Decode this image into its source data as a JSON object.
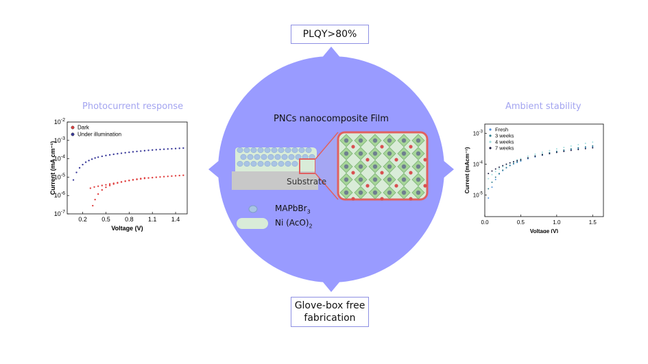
{
  "top_label": "PLQY>80%",
  "bottom_label": {
    "line1": "Glove-box free",
    "line2": "fabrication"
  },
  "center": {
    "title": "PNCs nanocomposite Film",
    "substrate": "Substrate",
    "legend": [
      {
        "label": "MAPbBr",
        "sub": "3"
      },
      {
        "label": "Ni (AcO)",
        "sub": "2"
      }
    ]
  },
  "left_title": "Photocurrent response",
  "right_title": "Ambient stability",
  "colors": {
    "circle": "#999bff",
    "box_border": "#8d8fe3",
    "title": "#a3a4f0",
    "film": "#d9ecd8",
    "particle": "#a9c4e4",
    "zoom_border": "#e06060"
  },
  "chart_data": [
    {
      "type": "scatter",
      "title": "",
      "xlabel": "Voltage (V)",
      "ylabel": "Current (mA cm⁻¹)",
      "xlim": [
        0,
        1.55
      ],
      "ylim": [
        1e-07,
        0.01
      ],
      "yscale": "log",
      "xticks": [
        "0.2",
        "0.5",
        "0.8",
        "1.1",
        "1.4"
      ],
      "yticks": [
        {
          "base": "10",
          "exp": "-7"
        },
        {
          "base": "10",
          "exp": "-6"
        },
        {
          "base": "10",
          "exp": "-5"
        },
        {
          "base": "10",
          "exp": "-4"
        },
        {
          "base": "10",
          "exp": "-3"
        },
        {
          "base": "10",
          "exp": "-2"
        }
      ],
      "legend_position": "top-left",
      "series": [
        {
          "name": "Dark",
          "color": "#e04040",
          "x": [
            0.33,
            0.36,
            0.4,
            0.45,
            0.5,
            0.55,
            0.6,
            0.65,
            0.7,
            0.75,
            0.8,
            0.85,
            0.9,
            0.95,
            1.0,
            1.05,
            1.1,
            1.15,
            1.2,
            1.25,
            1.3,
            1.35,
            1.4,
            1.45,
            1.5,
            0.3,
            0.35,
            0.4,
            0.45,
            0.5,
            0.55,
            0.6,
            0.65,
            0.7,
            0.75,
            0.8,
            0.85,
            0.9,
            0.95,
            1.0
          ],
          "y": [
            2.8e-07,
            6e-07,
            1.2e-06,
            2e-06,
            2.8e-06,
            3.5e-06,
            4.2e-06,
            4.8e-06,
            5.4e-06,
            6e-06,
            6.5e-06,
            7e-06,
            7.5e-06,
            8e-06,
            8.5e-06,
            9e-06,
            9.4e-06,
            9.8e-06,
            1.02e-05,
            1.06e-05,
            1.1e-05,
            1.14e-05,
            1.18e-05,
            1.22e-05,
            1.26e-05,
            2.5e-06,
            2.9e-06,
            3.2e-06,
            3.5e-06,
            3.8e-06,
            4.2e-06,
            4.6e-06,
            5e-06,
            5.5e-06,
            6e-06,
            6.6e-06,
            7.2e-06,
            7.8e-06,
            8.4e-06,
            9e-06
          ]
        },
        {
          "name": "Under illumination",
          "color": "#3a3a9a",
          "x": [
            0.08,
            0.12,
            0.16,
            0.2,
            0.24,
            0.28,
            0.32,
            0.36,
            0.4,
            0.45,
            0.5,
            0.55,
            0.6,
            0.65,
            0.7,
            0.75,
            0.8,
            0.85,
            0.9,
            0.95,
            1.0,
            1.05,
            1.1,
            1.15,
            1.2,
            1.25,
            1.3,
            1.35,
            1.4,
            1.45,
            1.5
          ],
          "y": [
            7e-06,
            1.8e-05,
            3.2e-05,
            4.8e-05,
            6.5e-05,
            8e-05,
            9.5e-05,
            0.00011,
            0.000122,
            0.000136,
            0.00015,
            0.000162,
            0.000175,
            0.000188,
            0.0002,
            0.000212,
            0.000225,
            0.000238,
            0.00025,
            0.000262,
            0.000275,
            0.000288,
            0.0003,
            0.00031,
            0.00032,
            0.00033,
            0.00034,
            0.00035,
            0.00036,
            0.00037,
            0.00038
          ]
        }
      ]
    },
    {
      "type": "scatter",
      "title": "",
      "xlabel": "Voltage (V)",
      "ylabel": "Current (mAcm⁻¹)",
      "xlim": [
        0,
        1.65
      ],
      "ylim": [
        2e-06,
        0.002
      ],
      "yscale": "log",
      "xticks": [
        "0.0",
        "0.5",
        "1.0",
        "1.5"
      ],
      "yticks": [
        {
          "base": "10",
          "exp": "-5"
        },
        {
          "base": "10",
          "exp": "-4"
        },
        {
          "base": "10",
          "exp": "-3"
        }
      ],
      "legend_position": "top-left",
      "series": [
        {
          "name": "Fresh",
          "color": "#4f8fd8",
          "x": [
            0.05,
            0.1,
            0.15,
            0.2,
            0.25,
            0.3,
            0.35,
            0.4,
            0.45,
            0.5,
            0.6,
            0.7,
            0.8,
            0.9,
            1.0,
            1.1,
            1.2,
            1.3,
            1.4,
            1.5
          ],
          "y": [
            8e-06,
            1.8e-05,
            3.2e-05,
            4.8e-05,
            6.2e-05,
            7.6e-05,
            9e-05,
            0.000102,
            0.000114,
            0.000126,
            0.00015,
            0.000172,
            0.000195,
            0.00022,
            0.000245,
            0.00027,
            0.000295,
            0.00032,
            0.000345,
            0.00037
          ]
        },
        {
          "name": "3 weeks",
          "color": "#2e7d8c",
          "x": [
            0.05,
            0.1,
            0.15,
            0.2,
            0.25,
            0.3,
            0.35,
            0.4,
            0.45,
            0.5,
            0.6,
            0.7,
            0.8,
            0.9,
            1.0,
            1.1,
            1.2,
            1.3,
            1.4,
            1.5
          ],
          "y": [
            1.6e-05,
            2.6e-05,
            3.8e-05,
            5e-05,
            6.4e-05,
            7.8e-05,
            9.2e-05,
            0.000106,
            0.00012,
            0.000134,
            0.00016,
            0.000186,
            0.00021,
            0.000236,
            0.000262,
            0.000288,
            0.000314,
            0.00034,
            0.000366,
            0.000392
          ]
        },
        {
          "name": "4 weeks",
          "color": "#9fdede",
          "x": [
            0.05,
            0.1,
            0.15,
            0.2,
            0.25,
            0.3,
            0.35,
            0.4,
            0.45,
            0.5,
            0.6,
            0.7,
            0.8,
            0.9,
            1.0,
            1.1,
            1.2,
            1.3,
            1.4,
            1.5
          ],
          "y": [
            3.4e-05,
            4.6e-05,
            5.8e-05,
            7e-05,
            8.3e-05,
            9.6e-05,
            0.00011,
            0.000124,
            0.000138,
            0.000152,
            0.000182,
            0.000212,
            0.000244,
            0.000278,
            0.000312,
            0.00035,
            0.00039,
            0.00043,
            0.000475,
            0.00052
          ]
        },
        {
          "name": "7 weeks",
          "color": "#1a1a40",
          "x": [
            0.05,
            0.1,
            0.15,
            0.2,
            0.25,
            0.3,
            0.35,
            0.4,
            0.45,
            0.5,
            0.6,
            0.7,
            0.8,
            0.9,
            1.0,
            1.1,
            1.2,
            1.3,
            1.4,
            1.5
          ],
          "y": [
            5e-05,
            6e-05,
            7e-05,
            8e-05,
            9e-05,
            0.0001,
            0.00011,
            0.00012,
            0.00013,
            0.00014,
            0.00016,
            0.00018,
            0.0002,
            0.00022,
            0.00024,
            0.00026,
            0.00028,
            0.0003,
            0.00032,
            0.00034
          ]
        }
      ]
    }
  ]
}
